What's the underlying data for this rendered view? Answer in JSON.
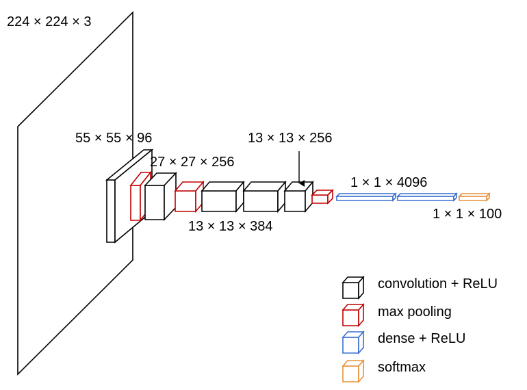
{
  "labels": {
    "input": "224 × 224 × 3",
    "conv1": "55 × 55 × 96",
    "conv2": "27 × 27 × 256",
    "conv5": "13 × 13 × 256",
    "conv34": "13 × 13 × 384",
    "fc": "1 × 1 × 4096",
    "out": "1 × 1 × 100"
  },
  "legend": {
    "conv": "convolution + ReLU",
    "pool": "max pooling",
    "dense": "dense + ReLU",
    "softmax": "softmax"
  },
  "colors": {
    "conv": "#000000",
    "pool": "#c00000",
    "dense": "#3a6fd0",
    "softmax": "#e8903a"
  }
}
